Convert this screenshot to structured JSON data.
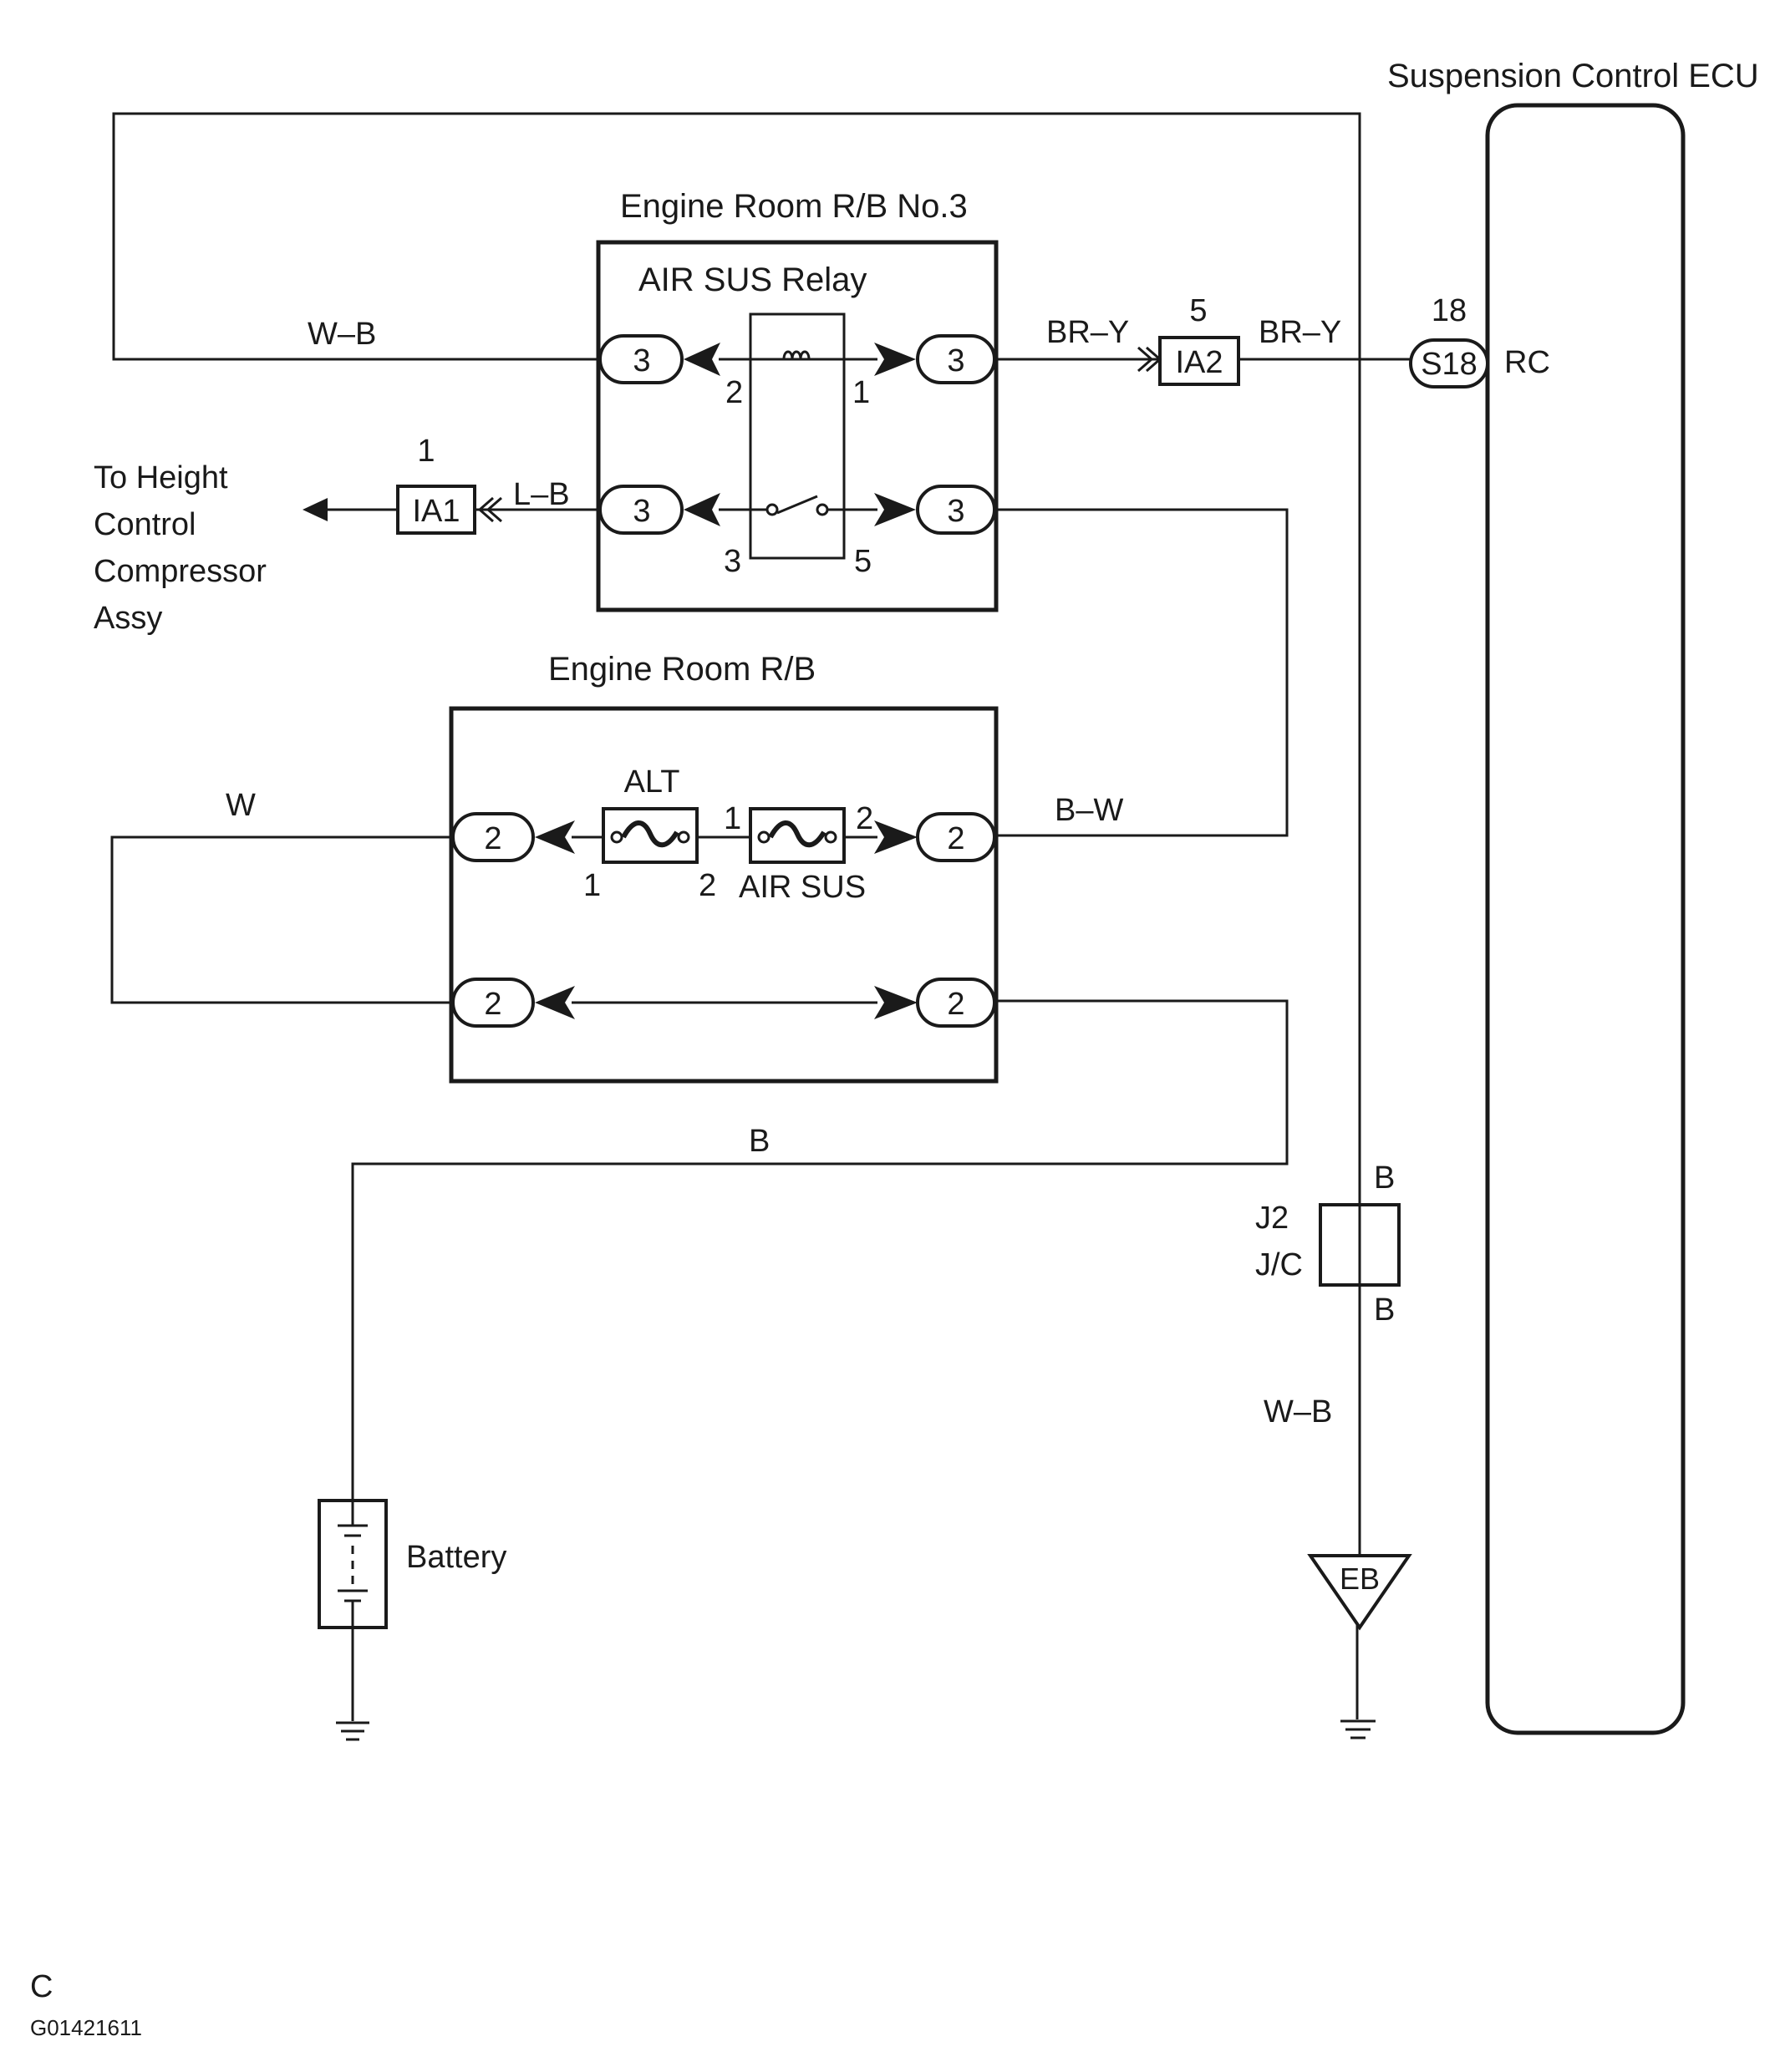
{
  "blocks": {
    "ecu_title": "Suspension Control ECU",
    "rb3_title": "Engine Room R/B No.3",
    "relay_title": "AIR SUS Relay",
    "rb_title": "Engine Room R/B",
    "jc_name": "J2",
    "jc_sub": "J/C",
    "ground_code": "EB",
    "battery": "Battery",
    "to_line1": "To Height",
    "to_line2": "Control",
    "to_line3": "Compressor",
    "to_line4": "Assy"
  },
  "wires": {
    "wb_top": "W–B",
    "bry_left": "BR–Y",
    "bry_right": "BR–Y",
    "lb": "L–B",
    "w": "W",
    "bw": "B–W",
    "b_bottom": "B",
    "b_jc_top": "B",
    "b_jc_bottom": "B",
    "wb_bottom": "W–B"
  },
  "connectors": {
    "rb3_c1": "3",
    "rb3_c2": "3",
    "rb3_c3": "3",
    "rb3_c4": "3",
    "rb_c1": "2",
    "rb_c2": "2",
    "rb_c3": "2",
    "rb_c4": "2",
    "ia2": "IA2",
    "ia2_pin": "5",
    "ia1": "IA1",
    "ia1_pin": "1",
    "s18": "S18",
    "s18_pin": "18",
    "s18_term": "RC"
  },
  "pins": {
    "relay_coil_left": "2",
    "relay_coil_right": "1",
    "relay_sw_left": "3",
    "relay_sw_right": "5",
    "alt_left": "1",
    "alt_right": "2",
    "airsus_left": "1",
    "airsus_right": "2"
  },
  "fuses": {
    "alt": "ALT",
    "air_sus": "AIR SUS"
  },
  "footer": {
    "letter": "C",
    "code": "G01421611"
  }
}
